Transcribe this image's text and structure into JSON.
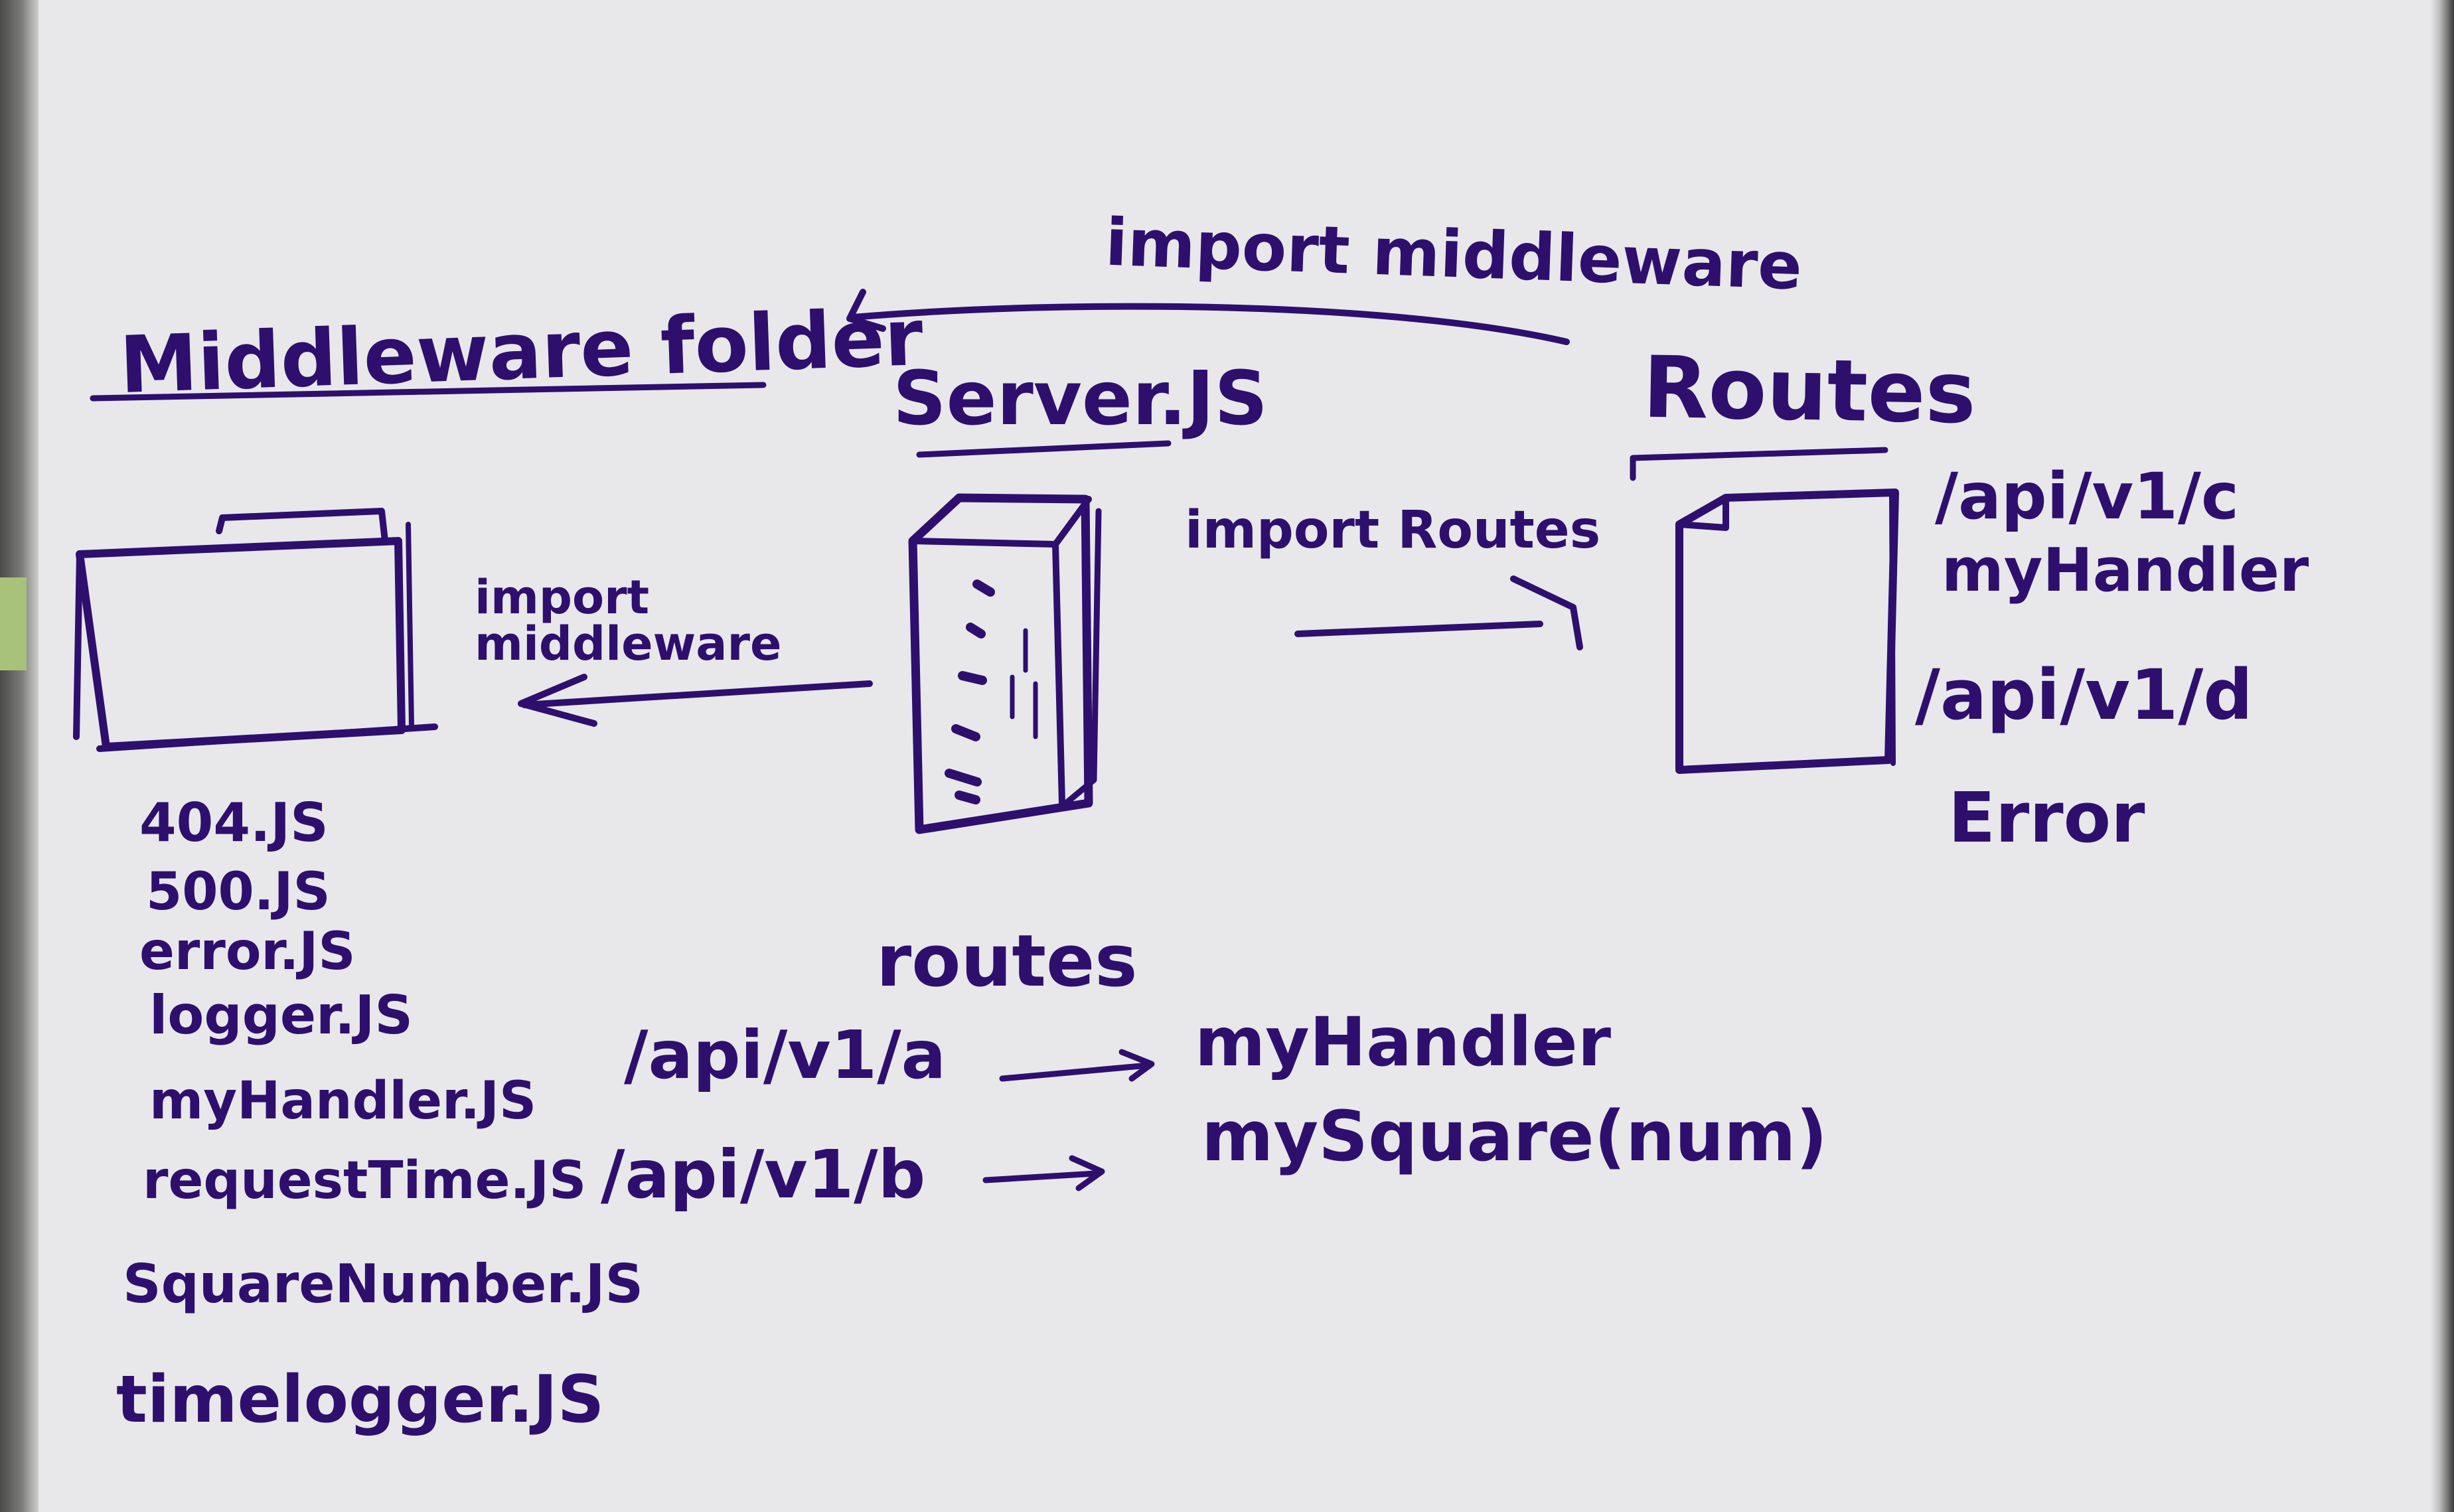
{
  "middleware": {
    "heading": "Middleware folder",
    "files": [
      "404.JS",
      "500.JS",
      "error.JS",
      "logger.JS",
      "myHandler.JS",
      "requestTime.JS",
      "SquareNumber.JS",
      "timelogger.JS"
    ]
  },
  "server": {
    "heading": "Server.JS"
  },
  "routes_node": {
    "heading": "Routes",
    "paths": [
      "/api/v1/c",
      "myHandler",
      "/api/v1/d",
      "Error"
    ]
  },
  "arrows": {
    "top": "import middleware",
    "left": "import middleware",
    "right": "import Routes"
  },
  "routes_table": {
    "heading": "routes",
    "rows": [
      {
        "path": "/api/v1/a",
        "target": "myHandler"
      },
      {
        "path": "/api/v1/b",
        "target": "mySquare(num)"
      }
    ]
  },
  "colors": {
    "ink": "#2e0f6e",
    "board": "#e8e8ea"
  }
}
